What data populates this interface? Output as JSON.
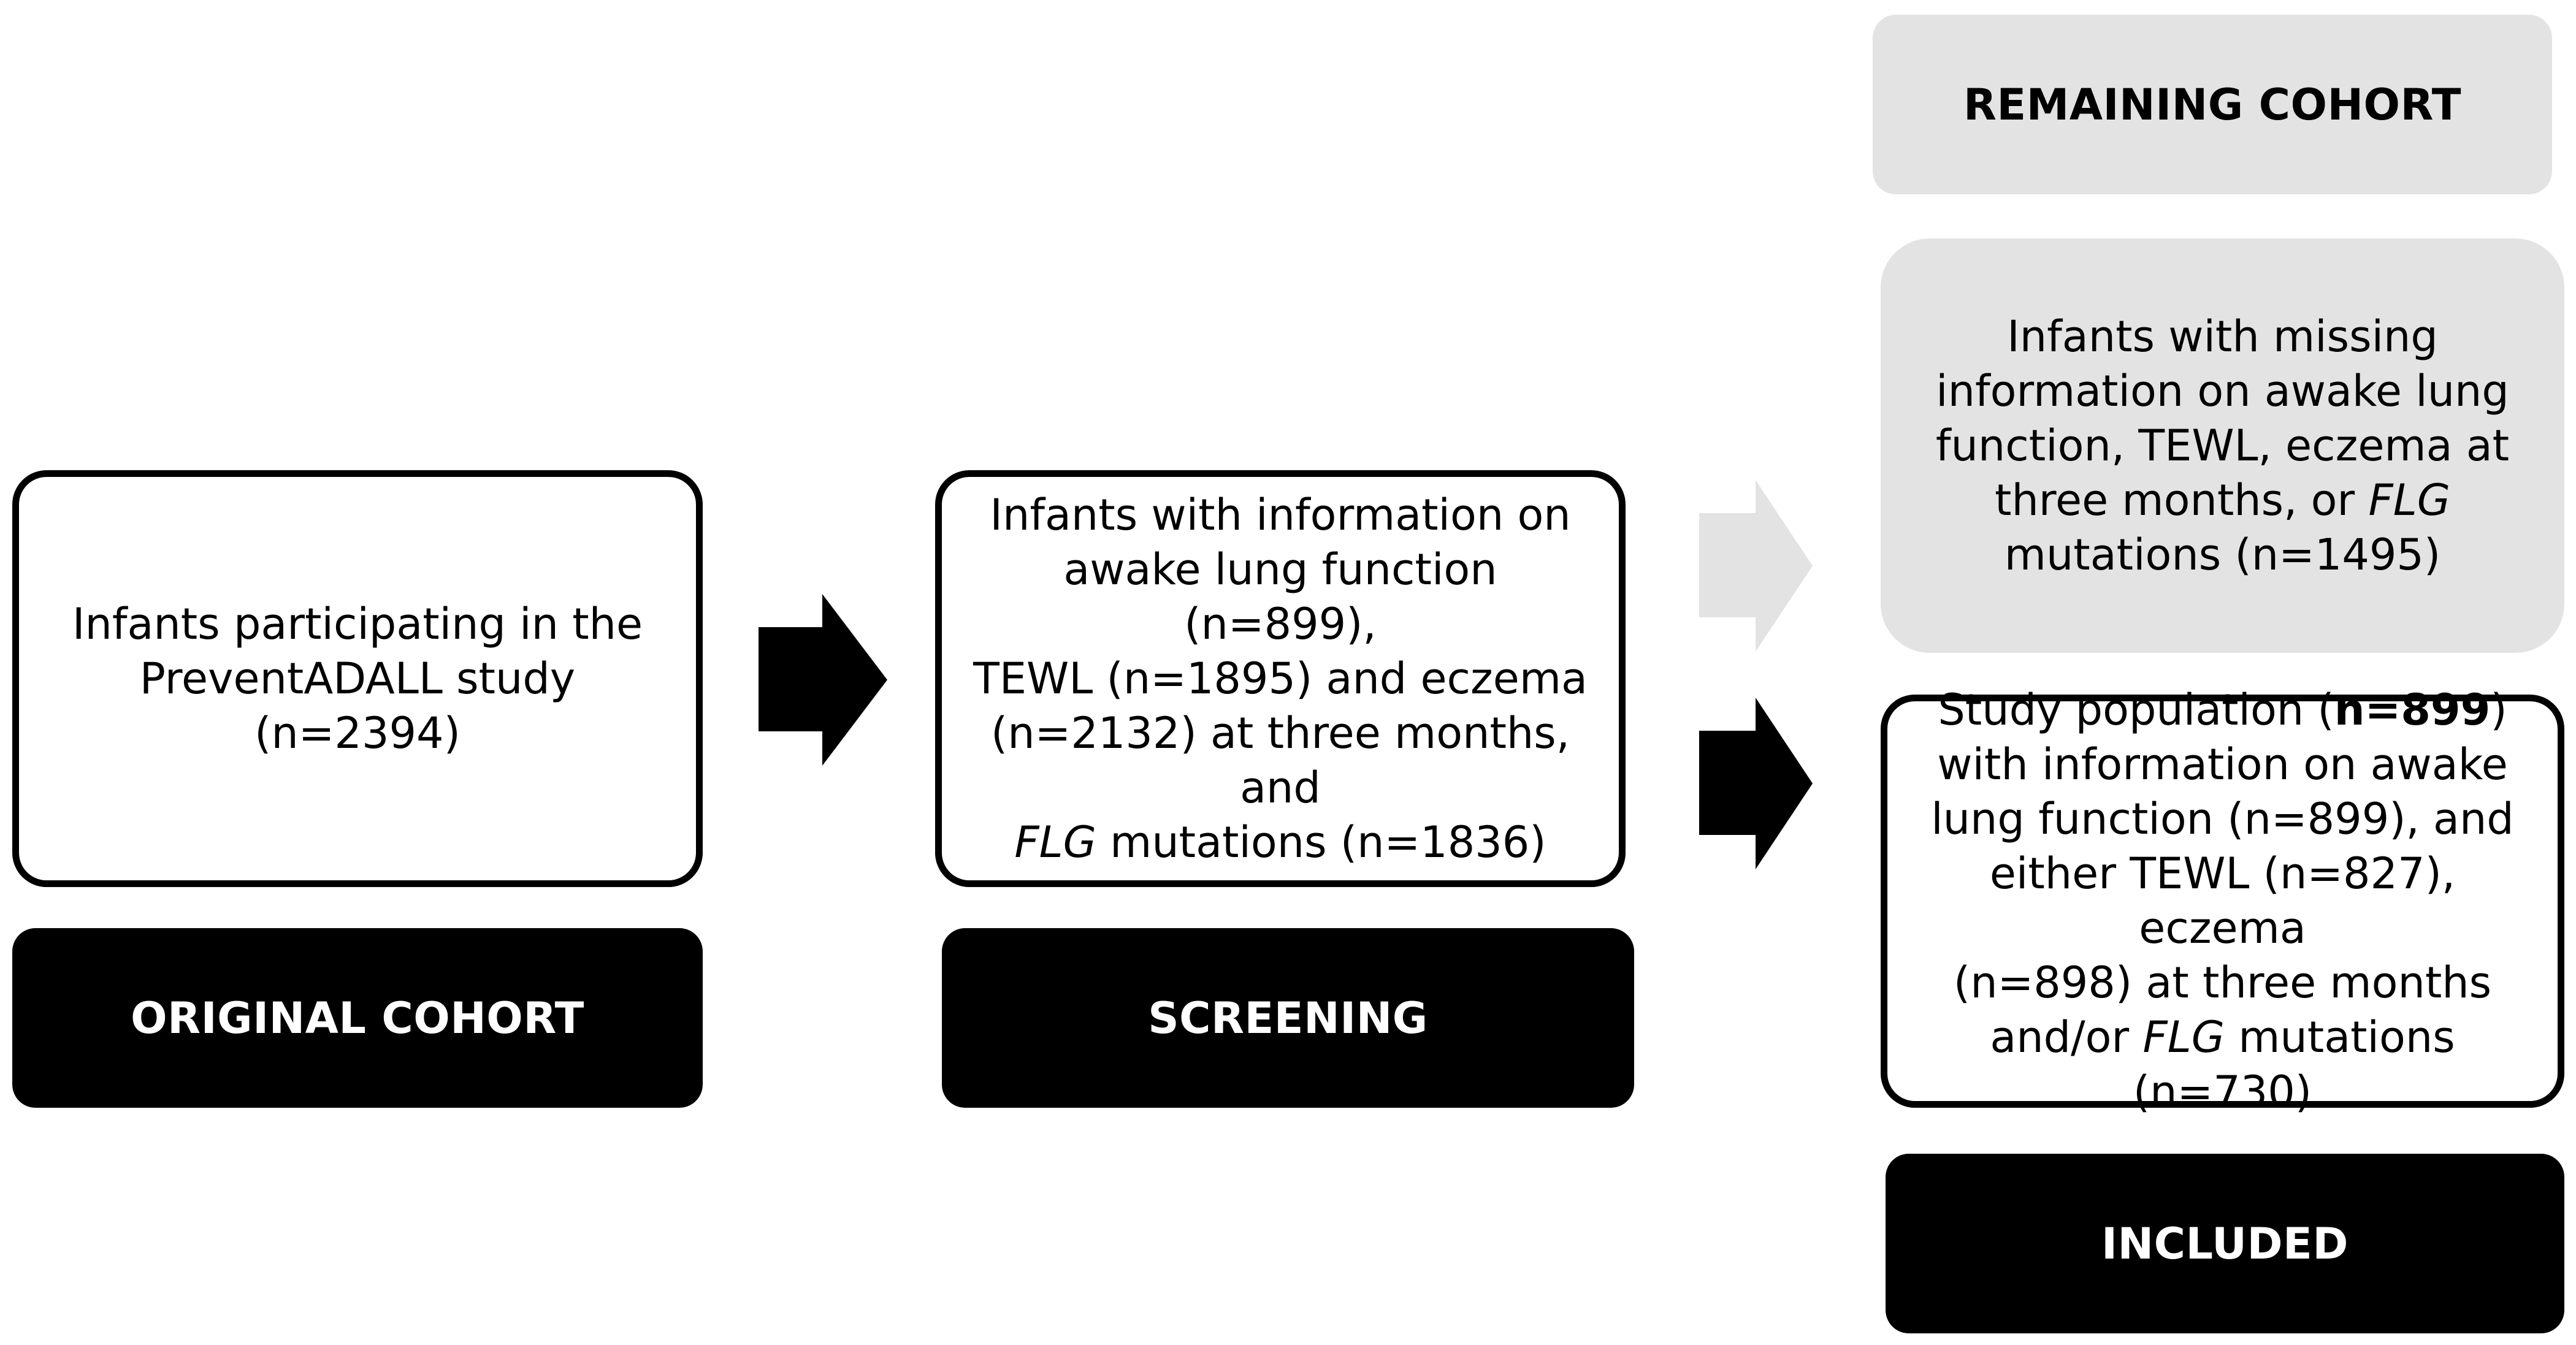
{
  "colors": {
    "dark": "#000000",
    "grey": "#e3e3e3",
    "white": "#ffffff"
  },
  "original_cohort": {
    "label": "ORIGINAL COHORT",
    "text_line1": "Infants participating in the",
    "text_line2": "PreventADALL study (n=2394)"
  },
  "screening": {
    "label": "SCREENING",
    "line1": "Infants with information on",
    "line2": "awake lung function (n=899),",
    "line3": "TEWL (n=1895) and eczema",
    "line4": "(n=2132) at three months, and",
    "line5_italic": "FLG",
    "line5_rest": " mutations (n=1836)"
  },
  "remaining_cohort": {
    "label": "REMAINING COHORT",
    "line1": "Infants with missing",
    "line2": "information on awake lung",
    "line3": "function, TEWL, eczema at",
    "line4_pre": "three months, or ",
    "line4_italic": "FLG",
    "line5": "mutations (n=1495)"
  },
  "included": {
    "label": "INCLUDED",
    "line1_pre": "Study population (",
    "line1_bold": "n=899",
    "line1_post": ")",
    "line2": "with information on awake",
    "line3": "lung function (n=899), and",
    "line4": "either TEWL (n=827), eczema",
    "line5": "(n=898) at three months",
    "line6_pre": "and/or ",
    "line6_italic": "FLG",
    "line6_post": " mutations (n=730)"
  }
}
